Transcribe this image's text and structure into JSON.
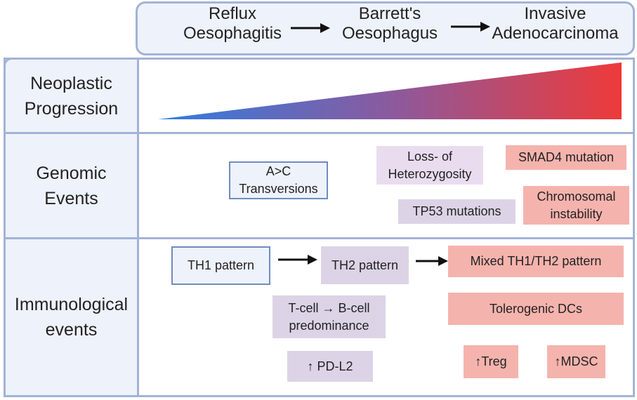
{
  "stages": [
    {
      "label": "Reflux\nOesophagitis"
    },
    {
      "label": "Barrett's\nOesophagus"
    },
    {
      "label": "Invasive\nAdenocarcinoma"
    }
  ],
  "rows": [
    {
      "label": "Neoplastic\nProgression"
    },
    {
      "label": "Genomic\nEvents"
    },
    {
      "label": "Immunological\nevents"
    }
  ],
  "gradient": {
    "start_color": "#2f7de1",
    "end_color": "#ee3a3a"
  },
  "genomic_events": [
    {
      "label": "A>C\nTransversions"
    },
    {
      "label": "Loss- of\nHeterozygosity"
    },
    {
      "label": "SMAD4 mutation"
    },
    {
      "label": "TP53 mutations"
    },
    {
      "label": "Chromosomal\ninstability"
    }
  ],
  "immune_events": [
    {
      "label": "TH1 pattern"
    },
    {
      "label": "TH2 pattern"
    },
    {
      "label": "Mixed TH1/TH2 pattern"
    },
    {
      "label": "T-cell → B-cell\npredominance"
    },
    {
      "label": "Tolerogenic DCs"
    },
    {
      "label": "↑ PD-L2"
    },
    {
      "label": "↑Treg"
    },
    {
      "label": "↑MDSC"
    }
  ],
  "colors": {
    "frame": "#a3b3d6",
    "blue_box": "#eef2fb",
    "purple_box": "#ddd3e6",
    "red_box": "#f5b3ad"
  }
}
